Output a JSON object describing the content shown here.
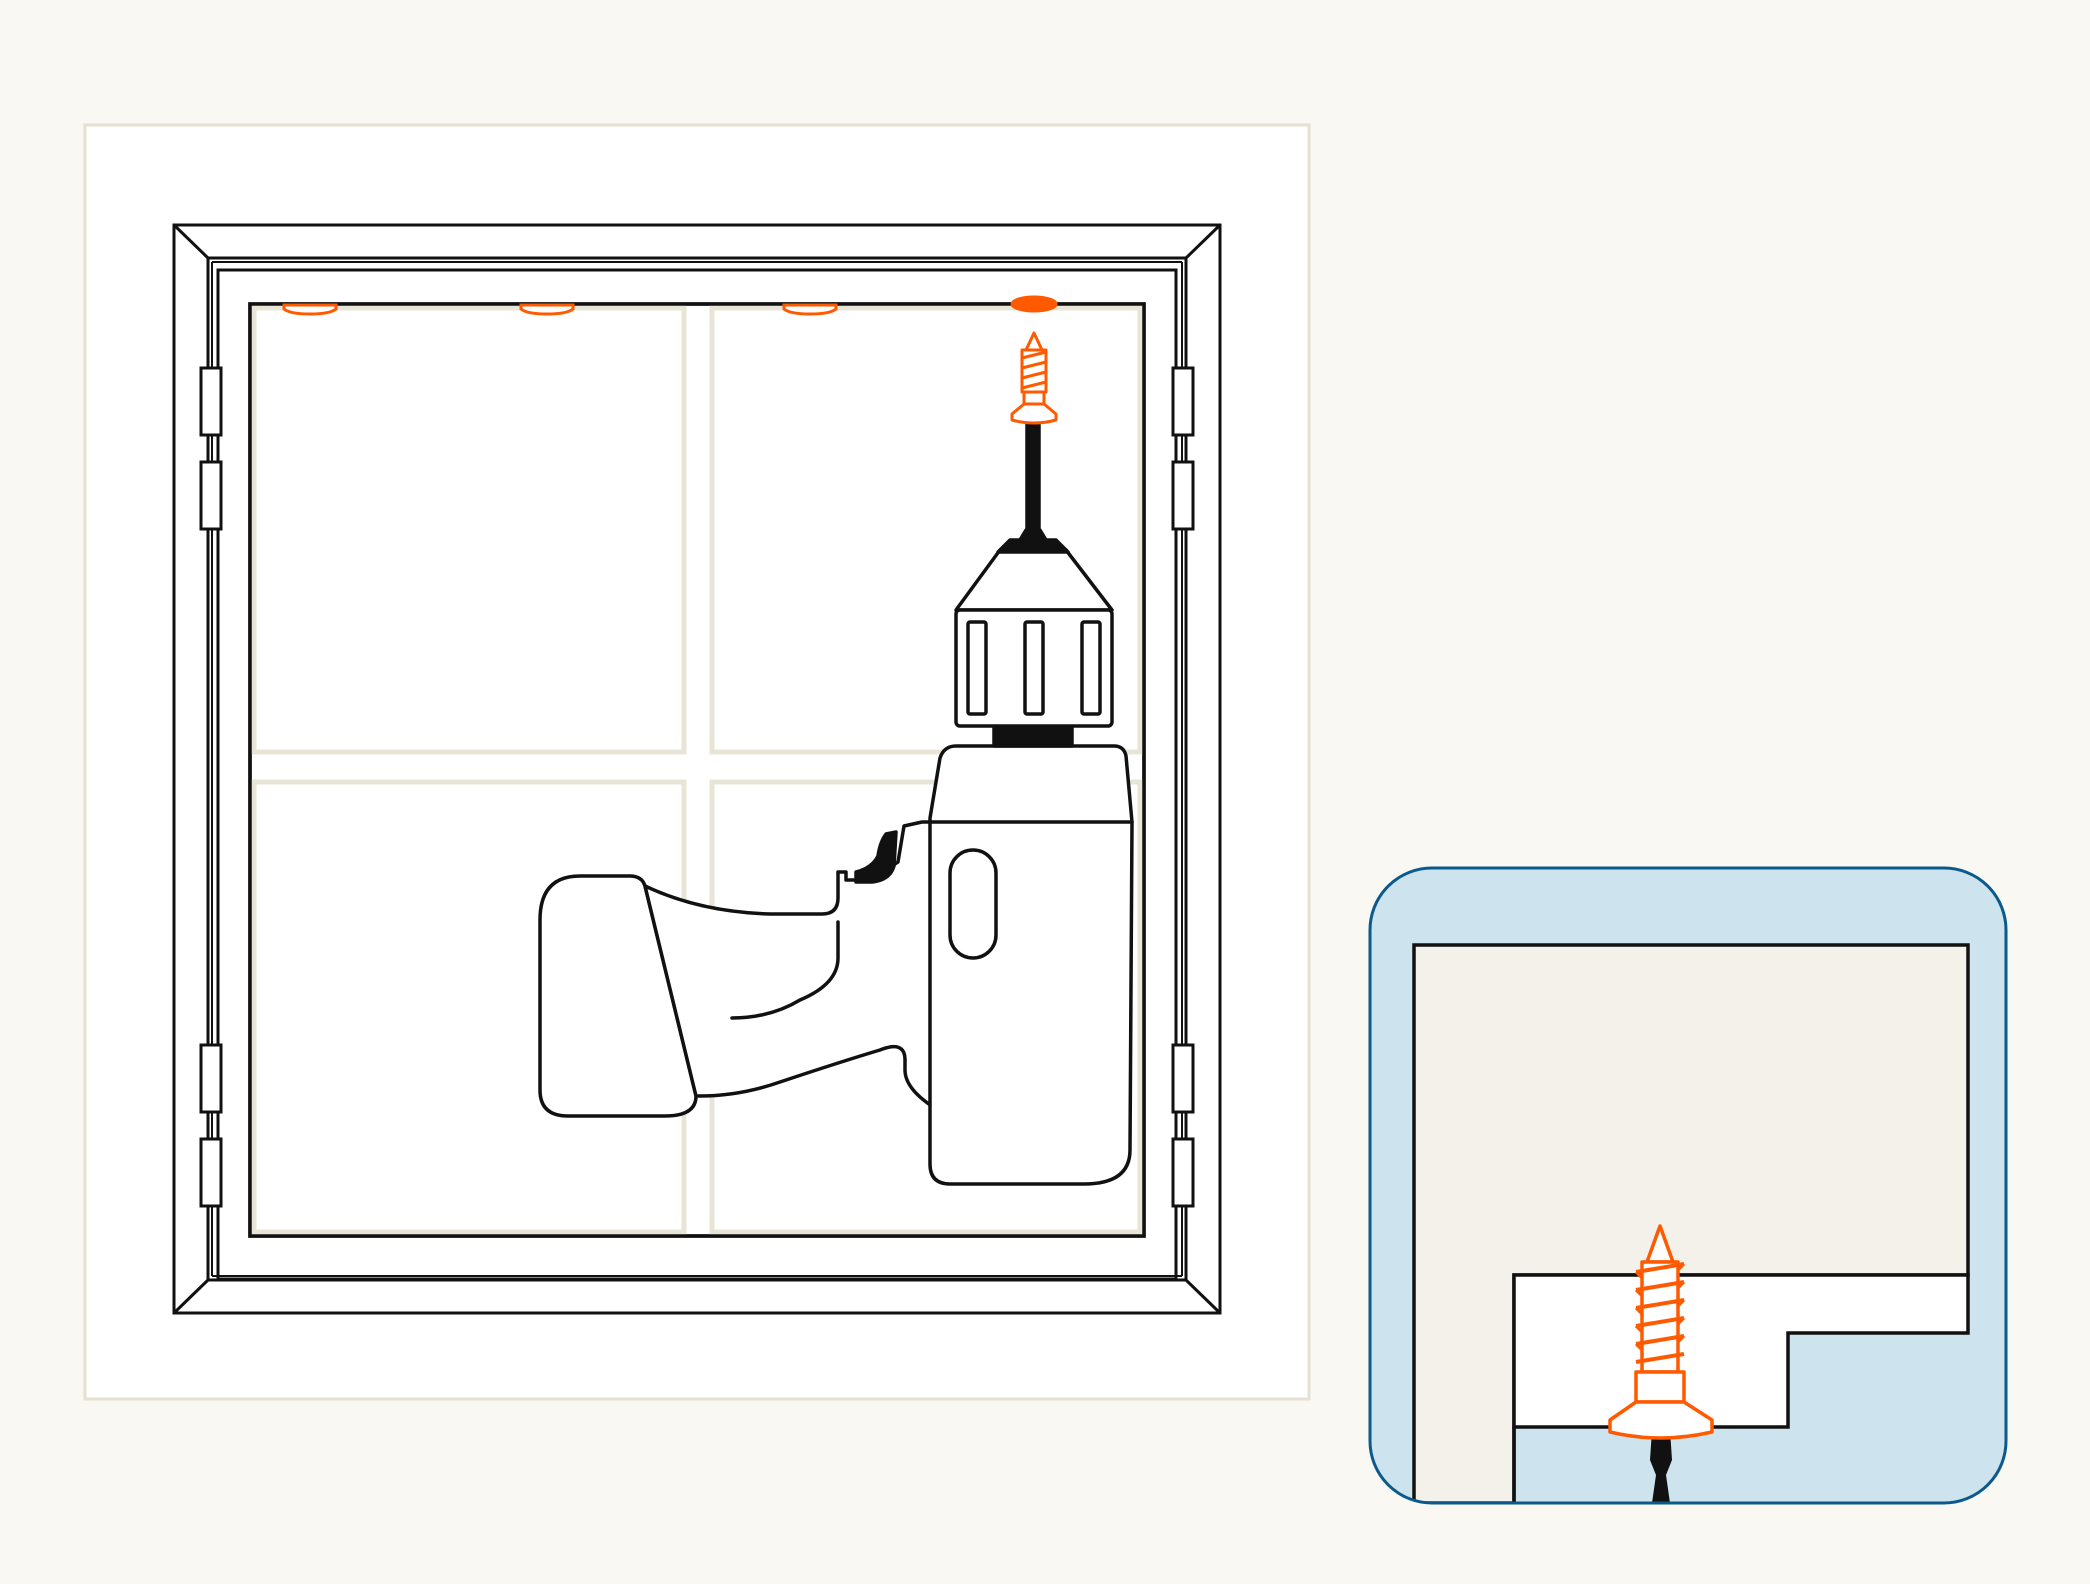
{
  "illustration": {
    "subject": "drill-driving-screw-into-window-frame-top",
    "colors": {
      "background": "#f9f8f3",
      "wall_panel": "#ffffff",
      "wall_border": "#e4e0d2",
      "glass_muntin": "#e8e4d6",
      "outline": "#111111",
      "screw": "#ff5a00",
      "inset_background": "#cde3ee",
      "inset_border": "#0c5a8c",
      "inset_wall": "#f3f1ea"
    },
    "icons": [
      "window-icon",
      "drill-icon",
      "screw-icon",
      "pilot-hole-icon",
      "detail-inset-icon"
    ],
    "pilot_hole_count": 4,
    "hinge_count": 8
  }
}
